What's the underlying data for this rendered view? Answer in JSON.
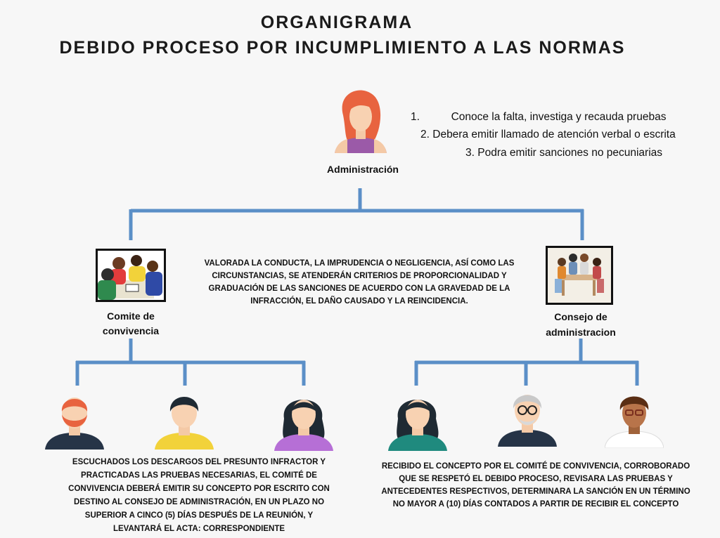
{
  "title": {
    "line1": "ORGANIGRAMA",
    "line2": "DEBIDO PROCESO POR INCUMPLIMIENTO A LAS NORMAS"
  },
  "top_node": {
    "label": "Administración",
    "duties": [
      {
        "num": "1.",
        "text": "Conoce la falta, investiga y recauda pruebas"
      },
      {
        "num": "2.",
        "text": "Debera emitir llamado de atención verbal o escrita"
      },
      {
        "num": "3.",
        "text": "Podra emitir sanciones no pecuniarias"
      }
    ]
  },
  "center_note": "VALORADA LA CONDUCTA, LA IMPRUDENCIA O NEGLIGENCIA, ASÍ COMO LAS CIRCUNSTANCIAS, SE ATENDERÁN CRITERIOS DE PROPORCIONALIDAD Y GRADUACIÓN DE LAS SANCIONES DE ACUERDO CON LA GRAVEDAD DE LA INFRACCIÓN, EL DAÑO CAUSADO Y LA REINCIDENCIA.",
  "left_node": {
    "label_line1": "Comite de",
    "label_line2": "convivencia",
    "description": "ESCUCHADOS LOS DESCARGOS DEL PRESUNTO INFRACTOR Y PRACTICADAS LAS PRUEBAS NECESARIAS, EL COMITÉ DE CONVIVENCIA DEBERÁ EMITIR SU CONCEPTO POR ESCRITO CON DESTINO AL CONSEJO DE ADMINISTRACIÓN, EN UN PLAZO NO SUPERIOR A CINCO (5) DÍAS DESPUÉS  DE LA REUNIÓN, Y LEVANTARÁ EL ACTA: CORRESPONDIENTE"
  },
  "right_node": {
    "label_line1": "Consejo de",
    "label_line2": "administracion",
    "description": "RECIBIDO EL CONCEPTO POR EL COMITÉ DE CONVIVENCIA, CORROBORADO QUE SE RESPETÓ EL DEBIDO PROCESO, REVISARA LAS PRUEBAS Y ANTECEDENTES RESPECTIVOS, DETERMINARA LA SANCIÓN EN UN TÉRMINO NO MAYOR A (10) DÍAS CONTADOS A PARTIR DE RECIBIR EL CONCEPTO"
  },
  "colors": {
    "connector": "#5b8fc7",
    "background": "#f7f7f7"
  },
  "icons": {
    "administrador": "woman-red-hair-avatar-icon",
    "comite": "group-meeting-photo-icon",
    "consejo": "board-meeting-photo-icon"
  }
}
